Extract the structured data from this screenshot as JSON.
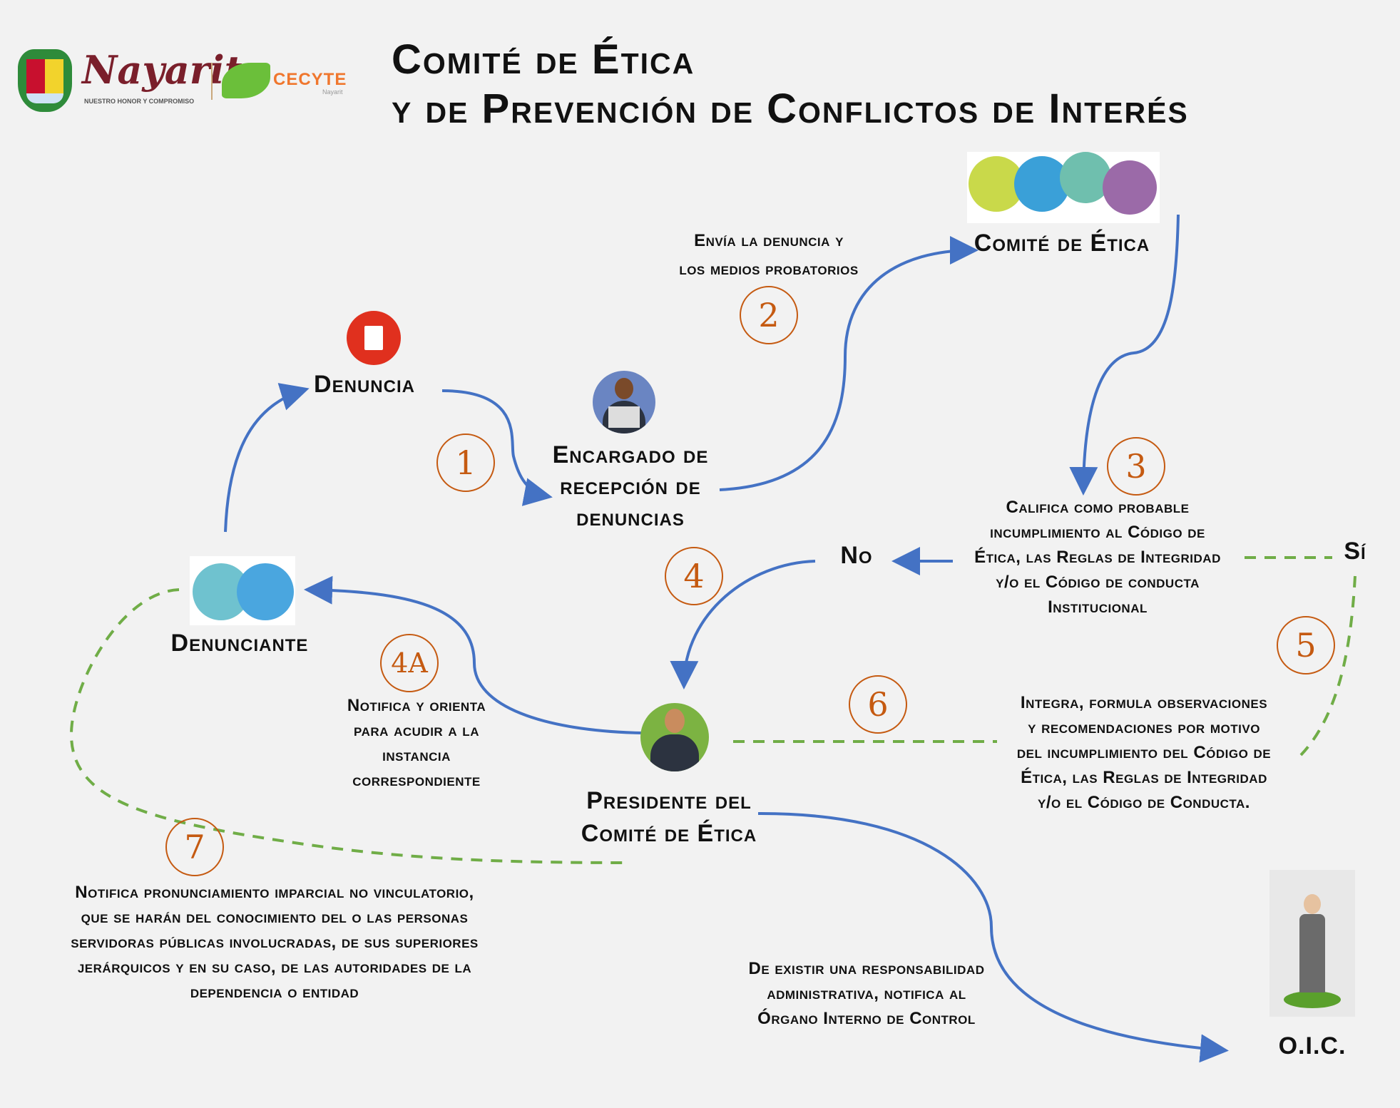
{
  "header": {
    "title_line1": "Comité de Ética",
    "title_line2": "y de Prevención de Conflictos de Interés",
    "logo_nayarit": "Nayarit",
    "logo_nayarit_slogan": "NUESTRO HONOR Y COMPROMISO",
    "logo_cecyte": "CECYTE",
    "logo_cecyte_sub": "Nayarit"
  },
  "nodes": {
    "denuncia": "Denuncia",
    "encargado": [
      "Encargado de",
      "recepción de",
      "denuncias"
    ],
    "comite": "Comité de Ética",
    "denunciante": "Denunciante",
    "presidente": [
      "Presidente del",
      "Comité de Ética"
    ],
    "oic": "O.I.C.",
    "no": "No",
    "si": "Sí"
  },
  "steps": {
    "s1": "1",
    "s2": "2",
    "s3": "3",
    "s4": "4",
    "s4a": "4A",
    "s5": "5",
    "s6": "6",
    "s7": "7"
  },
  "texts": {
    "envia": [
      "Envía la denuncia y",
      "los medios probatorios"
    ],
    "califica": [
      "Califica como probable",
      "incumplimiento al Código de",
      "Ética, las Reglas de Integridad",
      "y/o el Código de conducta",
      "Institucional"
    ],
    "notifica_orienta": [
      "Notifica y orienta",
      "para acudir a la",
      "instancia",
      "correspondiente"
    ],
    "integra": [
      "Integra, formula observaciones",
      "y recomendaciones por motivo",
      "del incumplimiento del Código de",
      "Ética, las Reglas de Integridad",
      "y/o el Código de Conducta."
    ],
    "notifica_pronunciamiento": [
      "Notifica pronunciamiento imparcial no vinculatorio,",
      "que se harán del conocimiento del o las personas",
      "servidoras públicas involucradas, de sus superiores",
      "jerárquicos y en su caso, de las autoridades de la",
      "dependencia o entidad"
    ],
    "de_existir": [
      "De existir una responsabilidad",
      "administrativa, notifica al",
      "Órgano Interno de Control"
    ]
  },
  "colors": {
    "arrow": "#4472c4",
    "dashed": "#70ad47",
    "step": "#c55a11",
    "background": "#f2f2f2"
  }
}
